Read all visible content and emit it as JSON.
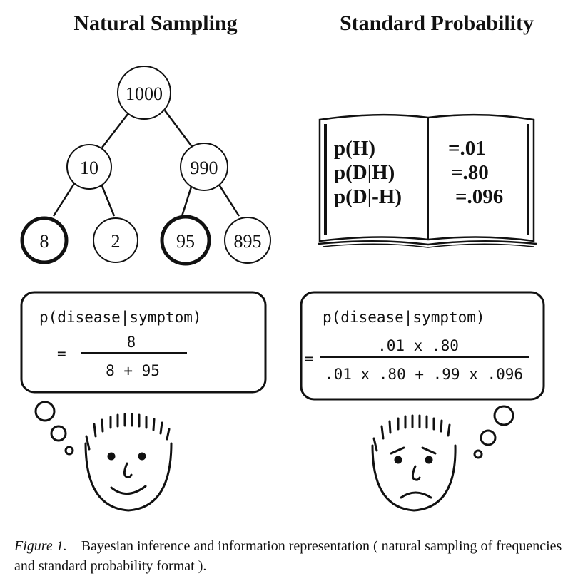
{
  "titles": {
    "left": "Natural Sampling",
    "right": "Standard Probability"
  },
  "tree": {
    "root": "1000",
    "mid_left": "10",
    "mid_right": "990",
    "leaf1": "8",
    "leaf2": "2",
    "leaf3": "95",
    "leaf4": "895"
  },
  "book": {
    "rows": [
      {
        "label": "p(H)",
        "value": "=.01"
      },
      {
        "label": "p(D|H)",
        "value": "=.80"
      },
      {
        "label": "p(D|-H)",
        "value": "=.096"
      }
    ]
  },
  "left_bubble": {
    "heading": "p(disease|symptom)",
    "equals": "=",
    "numerator": "8",
    "denominator": "8 + 95"
  },
  "right_bubble": {
    "heading": "p(disease|symptom)",
    "equals": "=",
    "numerator": ".01  x  .80",
    "denominator": ".01  x  .80  +  .99  x  .096"
  },
  "caption": {
    "label": "Figure 1.",
    "text": "Bayesian inference and information representation ( natural sampling of frequencies and standard probability format )."
  }
}
